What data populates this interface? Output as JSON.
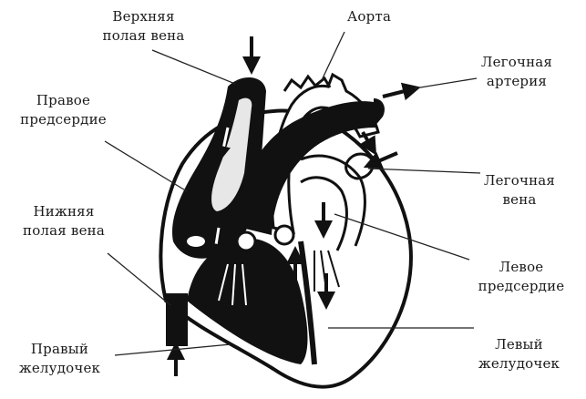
{
  "labels": {
    "superior_vena_cava": "Верхняя\nполая вена",
    "aorta": "Аорта",
    "pulmonary_artery": "Легочная\nартерия",
    "right_atrium": "Правое\nпредсердие",
    "pulmonary_vein": "Легочная\nвена",
    "inferior_vena_cava": "Нижняя\nполая вена",
    "left_atrium": "Левое\nпредсердие",
    "right_ventricle": "Правый\nжелудочек",
    "left_ventricle": "Левый\nжелудочек"
  }
}
